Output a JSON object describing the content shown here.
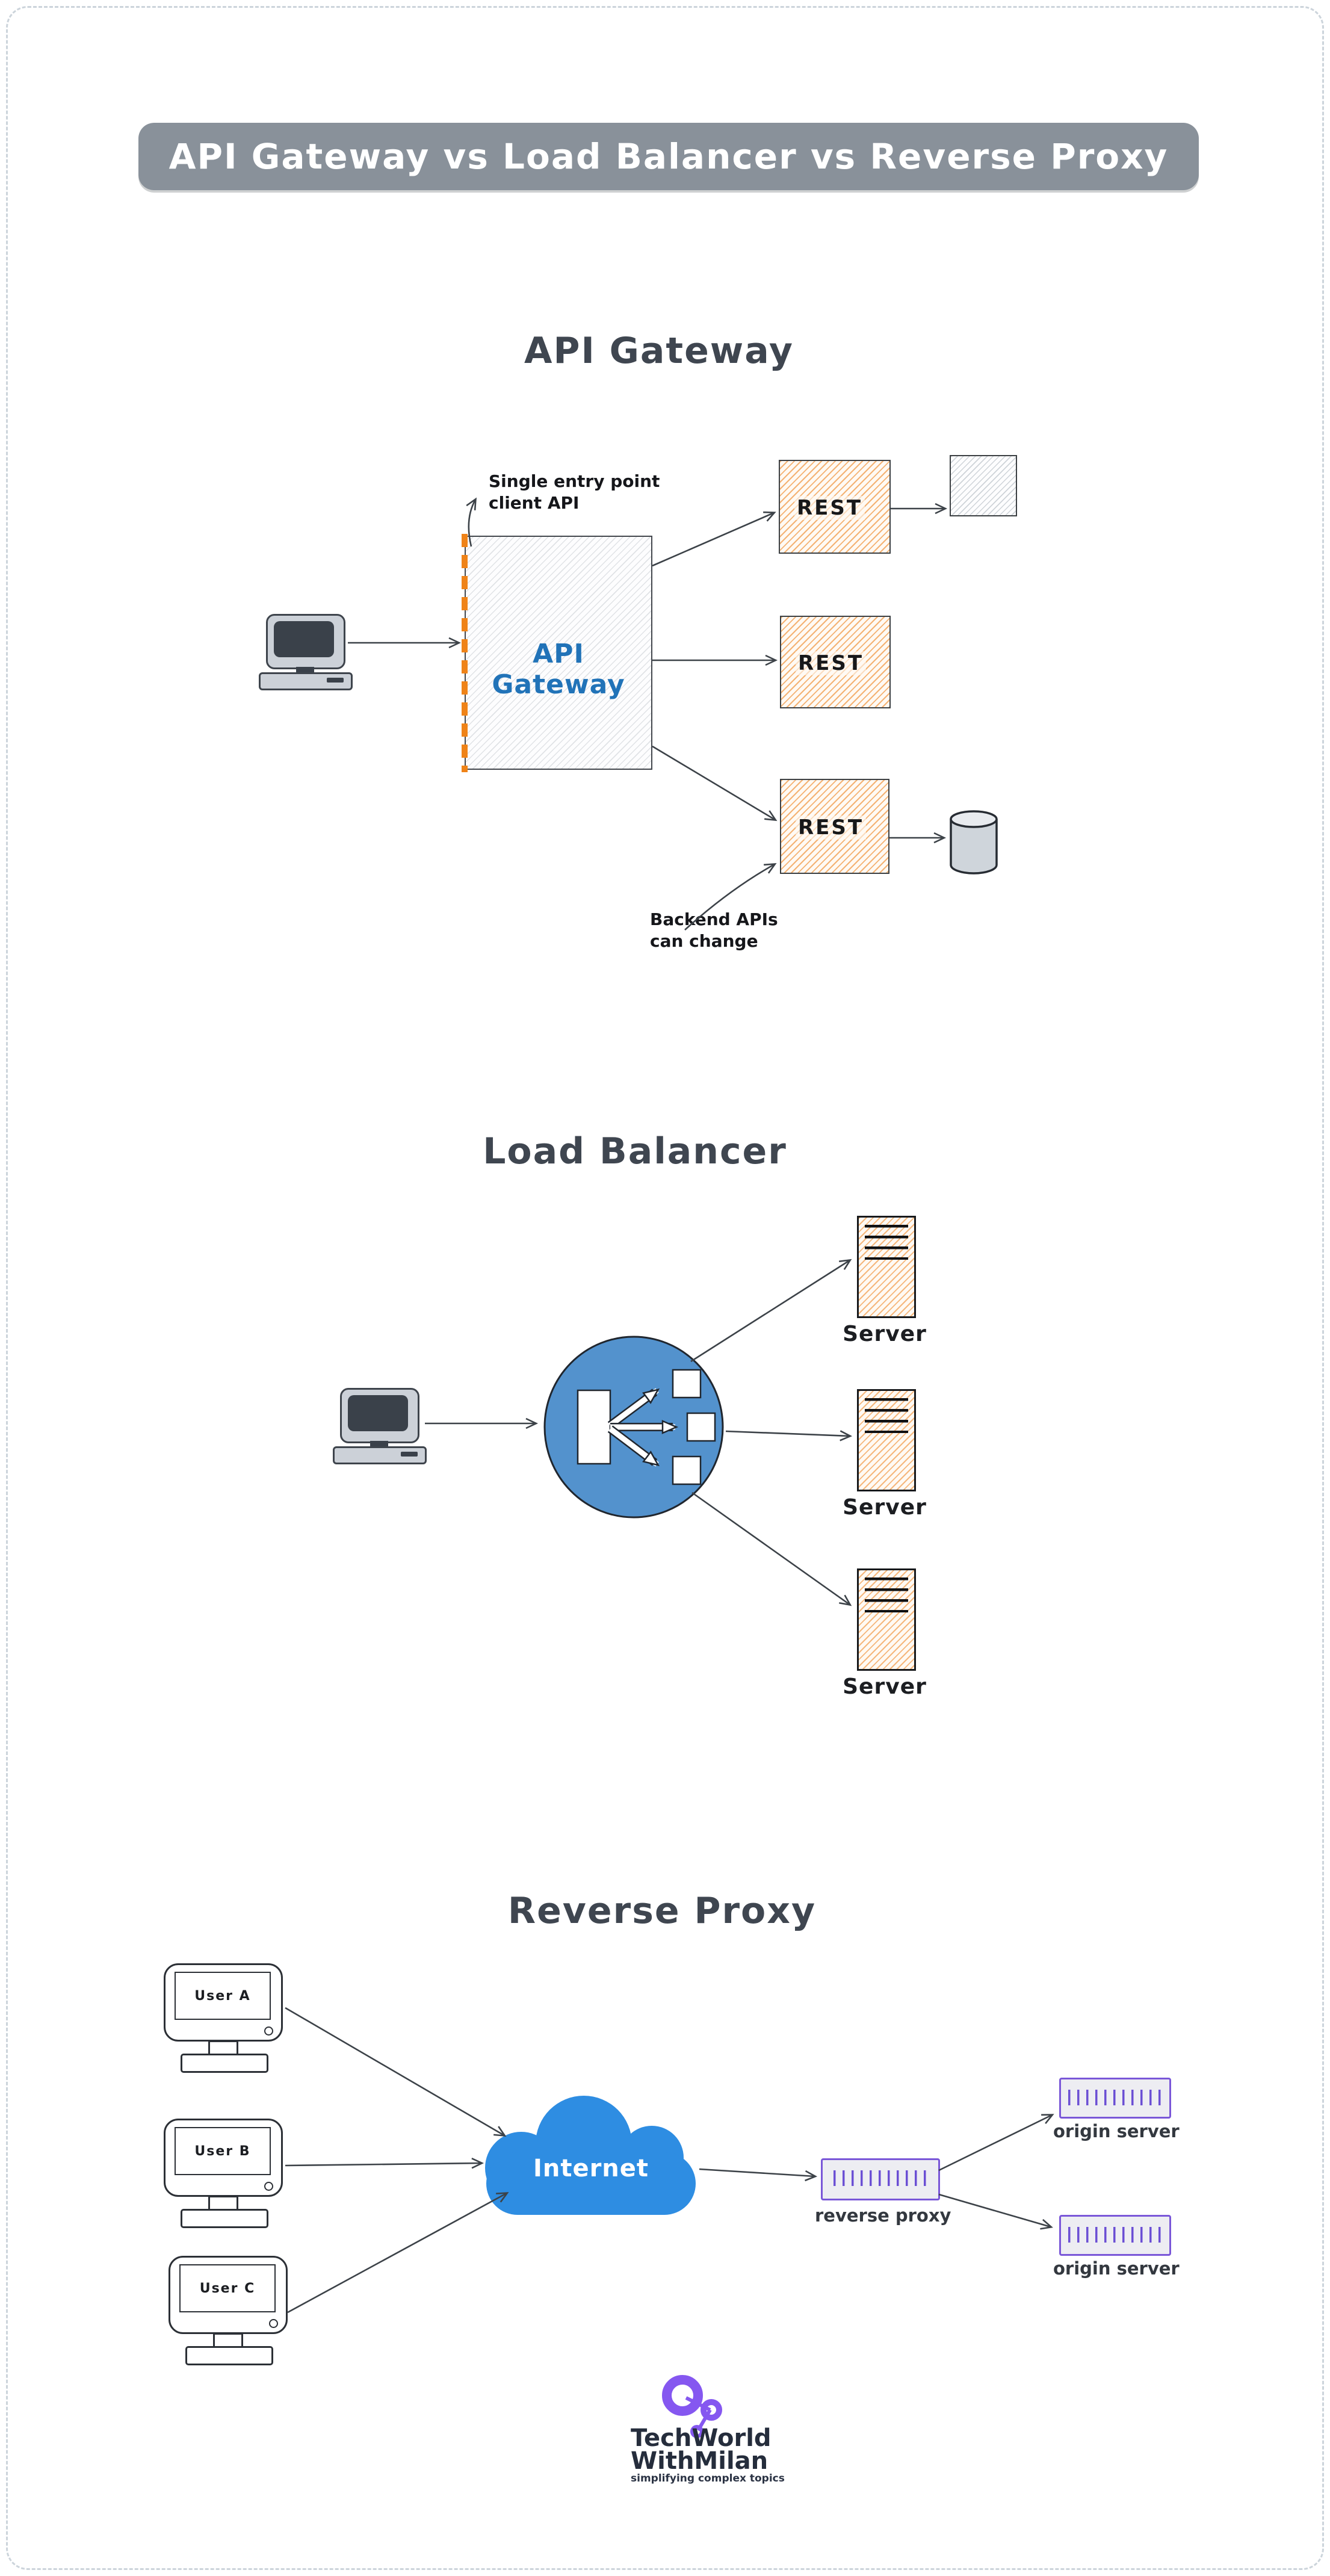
{
  "page": {
    "title": "API Gateway vs Load Balancer vs Reverse Proxy"
  },
  "sections": {
    "api_gateway": {
      "heading": "API Gateway",
      "gateway_label": "API Gateway",
      "rest_labels": [
        "REST",
        "REST",
        "REST"
      ],
      "annotation_entry": [
        "Single entry point",
        "client API"
      ],
      "annotation_backend": [
        "Backend APIs",
        "can change"
      ]
    },
    "load_balancer": {
      "heading": "Load Balancer",
      "server_labels": [
        "Server",
        "Server",
        "Server"
      ]
    },
    "reverse_proxy": {
      "heading": "Reverse Proxy",
      "user_labels": [
        "User A",
        "User B",
        "User C"
      ],
      "cloud_label": "Internet",
      "proxy_label": "reverse proxy",
      "origin_labels": [
        "origin server",
        "origin server"
      ]
    }
  },
  "branding": {
    "logo_line1": "TechWorld",
    "logo_line2": "WithMilan",
    "tagline": "simplifying complex topics"
  },
  "colors": {
    "banner_bg": "#89919a",
    "heading": "#3f4650",
    "gateway_text": "#2173b8",
    "hatch_orange": "#ef933c",
    "dash_orange": "#ef8318",
    "lb_blue": "#5392cd",
    "cloud_blue": "#2e8de2",
    "proxy_purple": "#7a57d8",
    "logo_purple": "#8557f0",
    "logo_navy": "#252d3c",
    "arrow": "#3c4248"
  }
}
